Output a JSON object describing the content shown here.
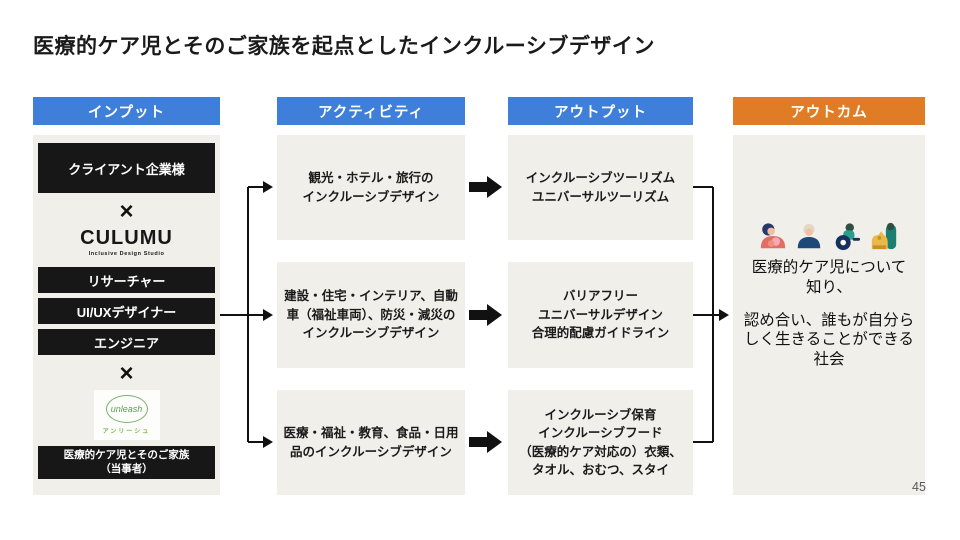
{
  "page": {
    "title": "医療的ケア児とそのご家族を起点としたインクルーシブデザイン",
    "page_number": "45"
  },
  "headers": {
    "input": "インプット",
    "activity": "アクティビティ",
    "output": "アウトプット",
    "outcome": "アウトカム"
  },
  "input": {
    "client_box": "クライアント企業様",
    "cross_1": "×",
    "culumu_logo": {
      "name": "CULUMU",
      "tagline": "Inclusive Design Studio"
    },
    "role_boxes": [
      "リサーチャー",
      "UI/UXデザイナー",
      "エンジニア"
    ],
    "cross_2": "×",
    "unleash_logo": {
      "name": "unleash",
      "katakana": "アンリーシュ"
    },
    "family_box": {
      "lines": [
        "医療的ケア児とそのご家族",
        "（当事者）"
      ]
    }
  },
  "activities": [
    {
      "lines": [
        "観光・ホテル・旅行の",
        "インクルーシブデザイン"
      ]
    },
    {
      "lines": [
        "建設・住宅・インテリア、自動",
        "車（福祉車両）、防災・減災の",
        "インクルーシブデザイン"
      ]
    },
    {
      "lines": [
        "医療・福祉・教育、食品・日用",
        "品のインクルーシブデザイン"
      ]
    }
  ],
  "outputs": [
    {
      "lines": [
        "インクルーシブツーリズム",
        "ユニバーサルツーリズム"
      ]
    },
    {
      "lines": [
        "バリアフリー",
        "ユニバーサルデザイン",
        "合理的配慮ガイドライン"
      ]
    },
    {
      "lines": [
        "インクルーシブ保育",
        "インクルーシブフード",
        "（医療的ケア対応の）衣類、",
        "タオル、おむつ、スタイ"
      ]
    }
  ],
  "outcome": {
    "icons": [
      "mother-and-child-icon",
      "elderly-person-icon",
      "wheelchair-user-icon",
      "guide-dog-user-icon"
    ],
    "para1": {
      "lines": [
        "医療的ケア児について",
        "知り、"
      ]
    },
    "para2": {
      "lines": [
        "認め合い、誰もが自分ら",
        "しく生きることができる",
        "社会"
      ]
    }
  },
  "colors": {
    "header_blue": "#3f7fd9",
    "header_orange": "#e07c26",
    "panel_gray": "#f0efea",
    "box_black": "#171717",
    "arrow_black": "#111111"
  }
}
